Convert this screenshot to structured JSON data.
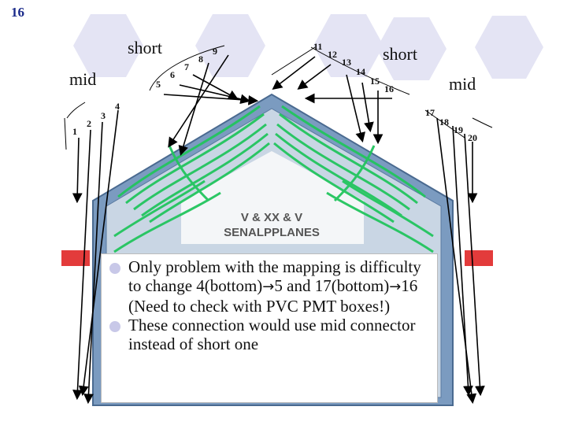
{
  "slide_number": "16",
  "labels": {
    "short_left": "short",
    "short_right": "short",
    "mid_left": "mid",
    "mid_right": "mid"
  },
  "channel_numbers": [
    "1",
    "2",
    "3",
    "4",
    "5",
    "6",
    "7",
    "8",
    "9",
    "11",
    "12",
    "13",
    "14",
    "15",
    "16",
    "17",
    "18",
    "19",
    "20"
  ],
  "board_text": {
    "line1": "V & XX & V",
    "line2": "SENALPPLANES"
  },
  "bullets": {
    "b1_part1": "Only problem with the mapping is difficulty to change 4(bottom)",
    "b1_part2": "5 and 17(bottom)",
    "b1_part3": "16  (Need to check with PVC PMT boxes!)",
    "b2": "These connection would use mid connector instead of short one"
  },
  "colors": {
    "hex_fill": "#e4e4f4",
    "fiber_green": "#22c55e",
    "board_blue": "#6c8fb4",
    "bullet_dot": "#c8c8e8",
    "connector_red": "#e33b3b"
  }
}
